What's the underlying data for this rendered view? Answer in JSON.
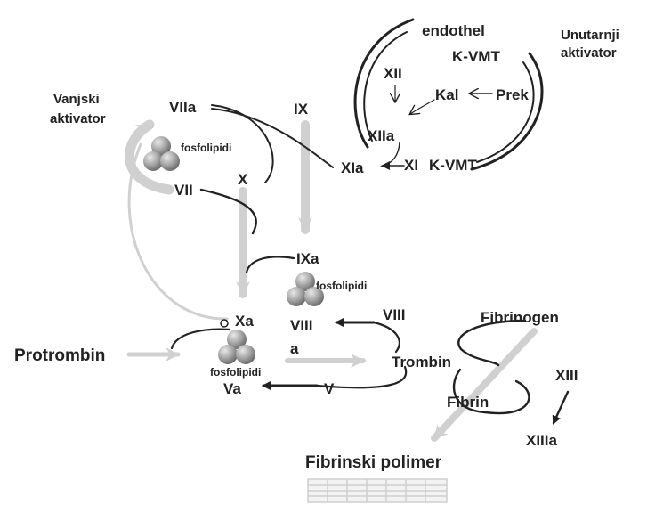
{
  "diagram": {
    "labels": {
      "endothel": "endothel",
      "kvmt_top": "K-VMT",
      "unutarnji": "Unutarnji",
      "aktivator_int": "aktivator",
      "vanjski": "Vanjski",
      "aktivator_ext": "aktivator",
      "xii": "XII",
      "kal": "Kal",
      "prek": "Prek",
      "xiia": "XIIa",
      "xi": "XI",
      "kvmt_bottom": "K-VMT",
      "xia": "XIa",
      "ix": "IX",
      "viia": "VIIa",
      "fosfolipidi_1": "fosfolipidi",
      "vii": "VII",
      "x": "X",
      "ixa": "IXa",
      "fosfolipidi_2": "fosfolipidi",
      "viii_a": "VIII",
      "a": "a",
      "viii": "VIII",
      "xa": "Xa",
      "protrombin": "Protrombin",
      "fosfolipidi_3": "fosfolipidi",
      "va": "Va",
      "v": "V",
      "trombin": "Trombin",
      "fibrinogen": "Fibrinogen",
      "fibrin": "Fibrin",
      "xiii": "XIII",
      "xiiia": "XIIIa",
      "fibrinski_polimer": "Fibrinski polimer"
    },
    "colors": {
      "dark": "#222222",
      "light_arrow": "#d0d0d0",
      "sphere": "#9a9a9a"
    }
  }
}
